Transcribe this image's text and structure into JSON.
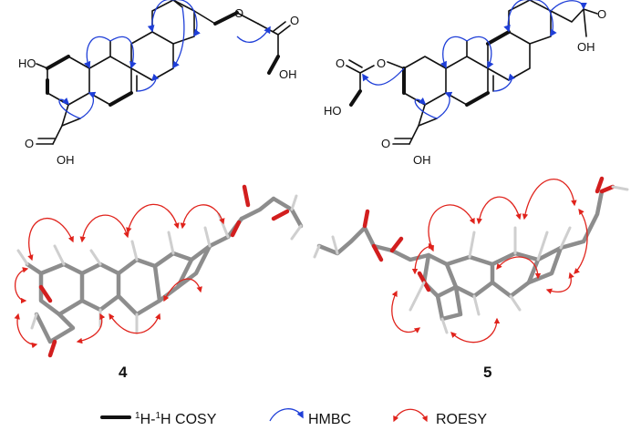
{
  "figure": {
    "compound_4": {
      "label": "4",
      "atoms": {
        "ho_left": "HO",
        "o_ester": "O",
        "o_carbonyl": "O",
        "oh_side": "OH",
        "o_acid": "O",
        "oh_acid": "OH"
      }
    },
    "compound_5": {
      "label": "5",
      "atoms": {
        "o_ester": "O",
        "o_lactone": "O",
        "ho_side": "HO",
        "o_acid_top": "O",
        "oh_acid_top": "OH",
        "o_acid": "O",
        "oh_acid": "OH"
      }
    },
    "legend": {
      "cosy_label": "H-",
      "cosy_sup1": "1",
      "cosy_sup2": "1",
      "cosy_tail": "H COSY",
      "hmbc_label": "HMBC",
      "roesy_label": "ROESY"
    },
    "colors": {
      "hmbc": "#1f3fd8",
      "roesy": "#e0231c",
      "bond": "#111111",
      "stick": "#8d8d8d",
      "oxygen": "#d21e1e"
    }
  }
}
